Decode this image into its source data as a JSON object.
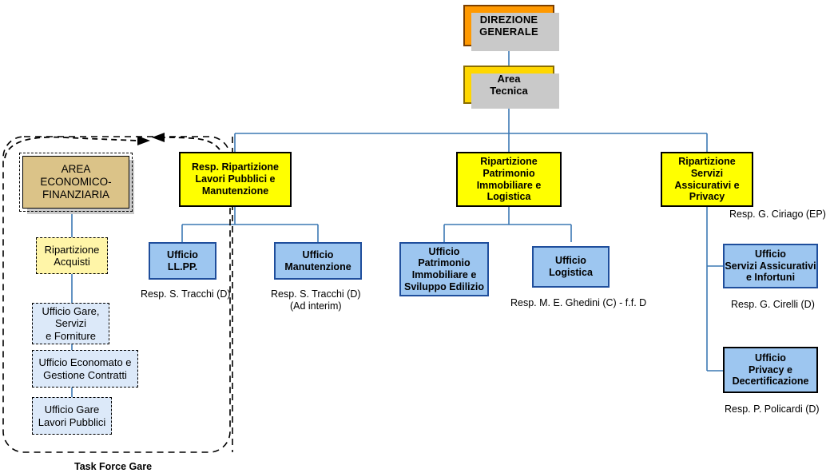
{
  "title": "Organigramma Area Tecnica",
  "nodes": {
    "direzione_generale": "DIREZIONE\nGENERALE",
    "area_tecnica": "Area\nTecnica",
    "resp_rip_lavori": "Resp. Ripartizione\nLavori Pubblici e\nManutenzione",
    "rip_patrimonio": "Ripartizione\nPatrimonio\nImmobiliare e\nLogistica",
    "rip_servizi_assicurativi": "Ripartizione\nServizi\nAssicurativi e\nPrivacy",
    "area_economico_finanziaria": "AREA\nECONOMICO-\nFINANZIARIA",
    "ripartizione_acquisti": "Ripartizione\nAcquisti",
    "ufficio_gare_servizi": "Ufficio Gare,\nServizi\ne Forniture",
    "ufficio_economato": "Ufficio Economato e\nGestione Contratti",
    "ufficio_gare_lavori": "Ufficio Gare\nLavori Pubblici",
    "ufficio_llpp": "Ufficio\nLL.PP.",
    "ufficio_manutenzione": "Ufficio\nManutenzione",
    "ufficio_patrimonio": "Ufficio\nPatrimonio\nImmobiliare e\nSviluppo Edilizio",
    "ufficio_logistica": "Ufficio\nLogistica",
    "ufficio_servizi_assicurativi": "Ufficio\nServizi Assicurativi\ne Infortuni",
    "ufficio_privacy": "Ufficio\nPrivacy e\nDecertificazione"
  },
  "captions": {
    "ciriago": "Resp. G. Ciriago (EP)",
    "tracchi_llpp": "Resp. S. Tracchi (D)",
    "tracchi_manutenzione": "Resp. S. Tracchi (D)\n(Ad interim)",
    "ghedini": "Resp. M. E. Ghedini (C) -  f.f. D",
    "cirelli": "Resp. G. Cirelli (D)",
    "policardi": "Resp. P. Policardi (D)",
    "task_force_gare": "Task Force Gare"
  },
  "colors": {
    "direzione_fill": "#FF9900",
    "direzione_border": "#7B3F00",
    "area_tecnica_fill": "#FFD700",
    "ripartizione_fill": "#FFFF00",
    "ufficio_fill": "#9DC6F0",
    "ufficio_border": "#1F4E9C",
    "area_ef_fill": "#DBC388",
    "acquisti_fill": "#FFF5A8",
    "gare_fill": "#DCE9F9",
    "connector": "#3C78B4",
    "shadow": "#C9C9C9"
  }
}
